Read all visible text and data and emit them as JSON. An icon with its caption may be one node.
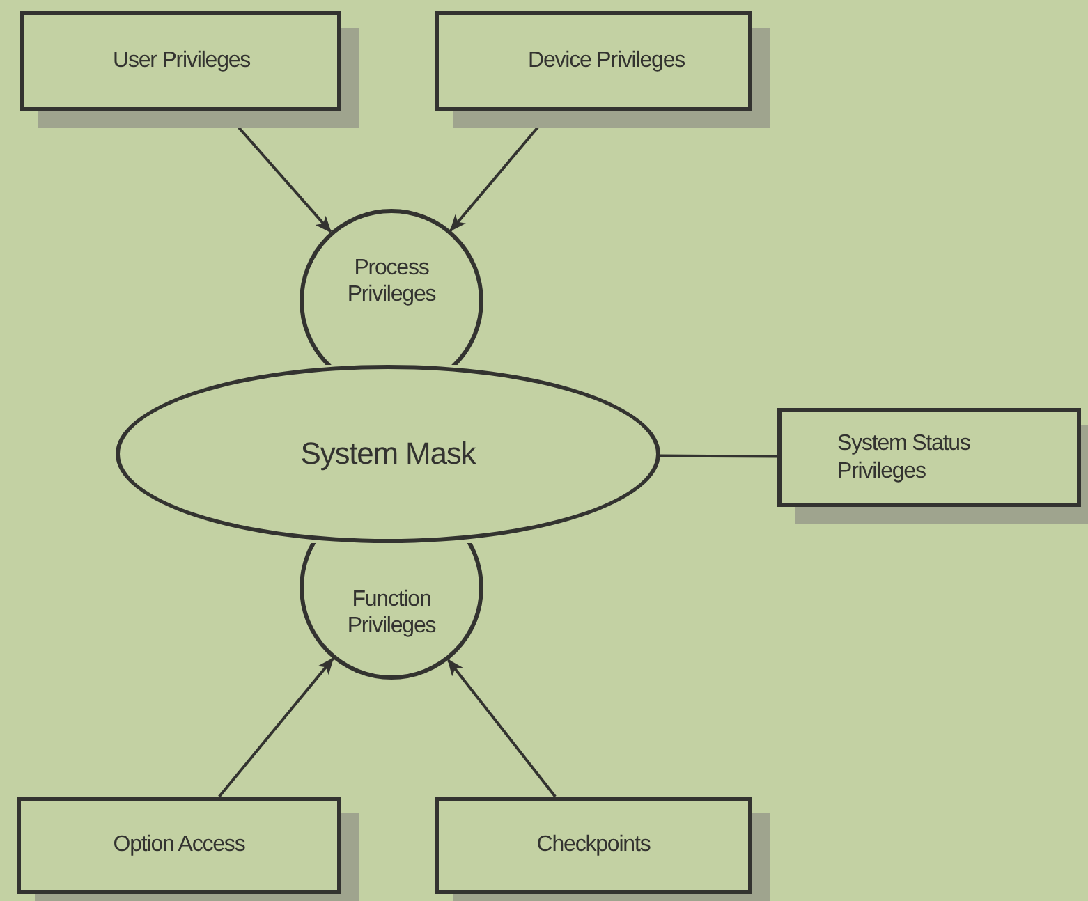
{
  "diagram": {
    "nodes": [
      {
        "text": [
          "User Privileges"
        ]
      },
      {
        "text": [
          "Device Privileges"
        ]
      },
      {
        "text": [
          "Process Privileges"
        ]
      },
      {
        "text": [
          "System Mask"
        ]
      },
      {
        "text": [
          "System Status Privileges"
        ]
      },
      {
        "text": [
          "Function Privileges"
        ]
      },
      {
        "text": [
          "Option Access"
        ]
      },
      {
        "text": [
          "Checkpoints"
        ]
      }
    ],
    "edges": [
      {
        "from": 0,
        "to": 2,
        "arrow": "to"
      },
      {
        "from": 1,
        "to": 2,
        "arrow": "to"
      },
      {
        "from": 3,
        "to": 4,
        "arrow": "none"
      },
      {
        "from": 6,
        "to": 5,
        "arrow": "to"
      },
      {
        "from": 7,
        "to": 5,
        "arrow": "to"
      }
    ]
  }
}
